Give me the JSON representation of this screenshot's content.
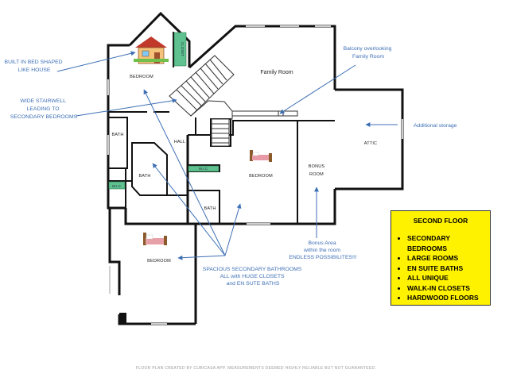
{
  "rooms": {
    "bedroom_top": "BEDROOM",
    "closet": "CLOSET",
    "family_room": "Family Room",
    "bath_left": "BATH",
    "hall": "HALL",
    "bath_mid": "BATH",
    "wic_left": "W.I.C.",
    "wic_mid": "W.I.C.",
    "bedroom_mid": "BEDROOM",
    "bonus_line1": "BONUS",
    "bonus_line2": "ROOM",
    "bath_right": "BATH",
    "attic": "ATTIC",
    "bedroom_bottom": "BEDROOM"
  },
  "annotations": {
    "built_in_bed": [
      "BUILT IN BED SHAPED",
      "LIKE HOUSE"
    ],
    "wide_stairwell": [
      "WIDE STAIRWELL",
      "LEADING TO",
      "SECONDARY BEDROOMS"
    ],
    "balcony": [
      "Balcony overlooking",
      "Family Room"
    ],
    "additional_storage": [
      "Additional storage"
    ],
    "bonus_area": [
      "Bonus Area",
      "within the room",
      "ENDLESS POSSIBILITES!!!"
    ],
    "bathrooms": [
      "SPACIOUS SECONDARY BATHROOMS",
      "ALL with HUGE CLOSETS",
      "and EN SUTE BATHS"
    ]
  },
  "legend": {
    "title": "SECOND FLOOR",
    "items": [
      "SECONDARY BEDROOMS",
      "LARGE ROOMS",
      "EN SUITE BATHS",
      "ALL UNIQUE",
      "WALK-IN CLOSETS",
      "HARDWOOD FLOORS"
    ]
  },
  "footer": "FLOOR PLAN CREATED BY CUBICASA APP. MEASUREMENTS DEEMED HIGHLY RELIABLE BUT NOT GUARANTEED.",
  "colors": {
    "wall": "#111111",
    "annotation": "#3d6fb5",
    "closet": "#5fc18f",
    "legend_bg": "#fff200"
  }
}
